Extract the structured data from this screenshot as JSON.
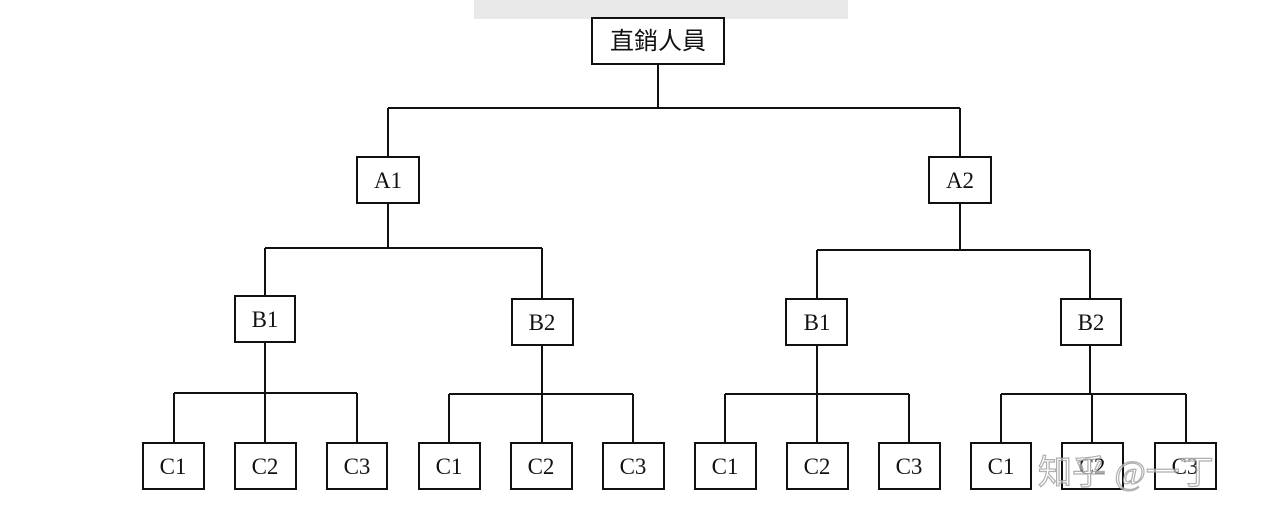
{
  "tree": {
    "root": {
      "label": "直銷人員"
    },
    "level1": [
      {
        "label": "A1"
      },
      {
        "label": "A2"
      }
    ],
    "level2": [
      {
        "label": "B1"
      },
      {
        "label": "B2"
      },
      {
        "label": "B1"
      },
      {
        "label": "B2"
      }
    ],
    "level3": [
      {
        "label": "C1"
      },
      {
        "label": "C2"
      },
      {
        "label": "C3"
      },
      {
        "label": "C1"
      },
      {
        "label": "C2"
      },
      {
        "label": "C3"
      },
      {
        "label": "C1"
      },
      {
        "label": "C2"
      },
      {
        "label": "C3"
      },
      {
        "label": "C1"
      },
      {
        "label": "C2"
      },
      {
        "label": "C3"
      }
    ]
  },
  "watermark": {
    "text": "知乎 @一丁"
  }
}
